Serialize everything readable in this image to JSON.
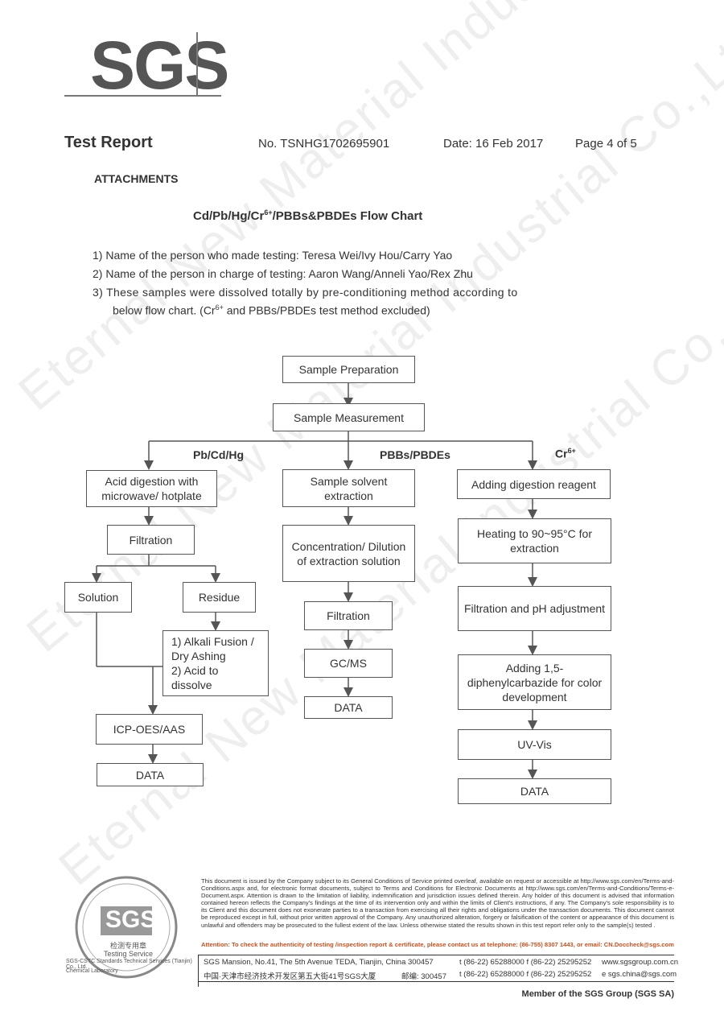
{
  "logo": {
    "text": "SGS"
  },
  "header": {
    "title": "Test Report",
    "report_no": "No. TSNHG1702695901",
    "date": "Date: 16 Feb 2017",
    "page": "Page 4 of 5"
  },
  "attachments_label": "ATTACHMENTS",
  "chart_title_pre": "Cd/Pb/Hg/Cr",
  "chart_title_sup": "6+",
  "chart_title_post": "/PBBs&PBDEs Flow Chart",
  "items": {
    "one": "1) Name of the person who made testing: Teresa Wei/Ivy  Hou/Carry  Yao",
    "two": "2) Name of the person in charge of testing:  Aaron Wang/Anneli Yao/Rex Zhu",
    "three_a": "3)  These samples were dissolved totally by pre-conditioning method according to",
    "three_b_pre": "below flow chart. (Cr",
    "three_b_sup": "6+",
    "three_b_post": " and PBBs/PBDEs test method excluded)"
  },
  "flow": {
    "prep": "Sample Preparation",
    "measure": "Sample Measurement",
    "branch_left": "Pb/Cd/Hg",
    "branch_mid": "PBBs/PBDEs",
    "branch_right_pre": "Cr",
    "branch_right_sup": "6+",
    "acid_digestion": "Acid digestion with microwave/ hotplate",
    "filtration_left": "Filtration",
    "solution": "Solution",
    "residue": "Residue",
    "alkali_1": "1) Alkali Fusion / Dry Ashing",
    "alkali_2": "2) Acid to dissolve",
    "icp": "ICP-OES/AAS",
    "data_left": "DATA",
    "solvent_extraction": "Sample solvent extraction",
    "concentration": "Concentration/ Dilution of extraction solution",
    "filtration_mid": "Filtration",
    "gcms": "GC/MS",
    "data_mid": "DATA",
    "adding_reagent": "Adding digestion reagent",
    "heating": "Heating to 90~95°C  for extraction",
    "filtration_ph": "Filtration and pH adjustment",
    "diphenyl": "Adding 1,5-diphenylcarbazide for color development",
    "uvvis": "UV-Vis",
    "data_right": "DATA"
  },
  "footer": {
    "disclaimer": "This document is issued by the Company subject to its General Conditions of Service printed overleaf, available on request or accessible at http://www.sgs.com/en/Terms-and-Conditions.aspx and, for electronic format documents, subject to Terms and Conditions for Electronic Documents at http://www.sgs.com/en/Terms-and-Conditions/Terms-e-Document.aspx. Attention is drawn to the limitation of liability, indemnification and jurisdiction issues defined therein. Any holder of this document is advised that information contained hereon reflects the Company's findings at the time of its intervention only and within the limits of Client's instructions, if any. The Company's sole responsibility is to its Client and this document does not exonerate parties to a transaction from exercising all their rights and obligations under the transaction documents. This document cannot be reproduced except in full, without prior written approval of the Company. Any unauthorized alteration, forgery or falsification of the content or appearance of this document is unlawful and offenders may be prosecuted to the fullest extent of the law. Unless otherwise stated the results shown in this test report refer only to the sample(s) tested .",
    "attention": "Attention: To check the authenticity of testing /inspection report & certificate, please contact us at telephone: (86-755) 8307 1443, or email: CN.Doccheck@sgs.com",
    "addr_en": "SGS Mansion, No.41, The 5th Avenue TEDA, Tianjin, China  300457",
    "addr_cn": "中国·天津市经济技术开发区第五大街41号SGS大厦",
    "postcode_cn": "邮编: 300457",
    "tel_en": "t (86-22) 65288000  f (86-22) 25295252",
    "tel_cn": "t (86-22) 65288000  f (86-22) 25295252",
    "web": "www.sgsgroup.com.cn",
    "email": "e  sgs.china@sgs.com",
    "member": "Member of the SGS Group (SGS SA)"
  },
  "seal": {
    "center": "SGS",
    "line1": "检测专用章",
    "line2": "Testing Service",
    "caption1": "SGS-CSTC Standards Technical Services (Tianjin) Co., Ltd.",
    "caption2": "Chemical Laboratory"
  },
  "watermark": {
    "text": "Eternal New Material Industrial Co.,Ltd"
  }
}
